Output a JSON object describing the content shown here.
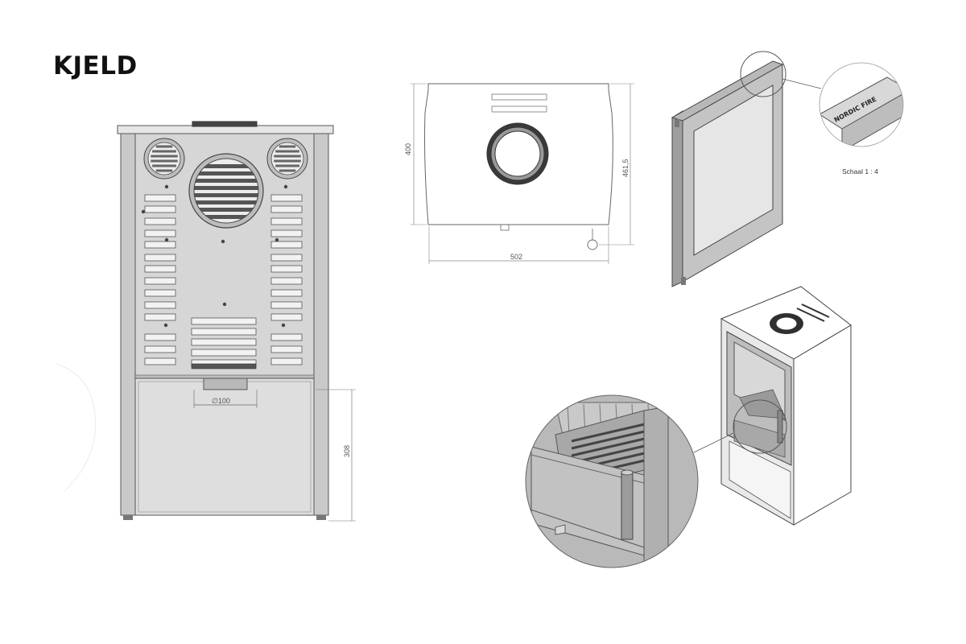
{
  "title": "KJELD",
  "dimensions": {
    "flue_diameter": "∅100",
    "lower_height": "308",
    "top_depth": "400",
    "top_width": "502",
    "top_height": "461,5"
  },
  "detail": {
    "scale_label": "Schaal 1 : 4",
    "brand_stamp": "NORDIC FIRE"
  },
  "colors": {
    "line": "#555555",
    "steel": "#c8c8c8",
    "steel_dark": "#9a9a9a",
    "glass": "#e3e3e3",
    "detail_bg": "#bcbcbc"
  }
}
